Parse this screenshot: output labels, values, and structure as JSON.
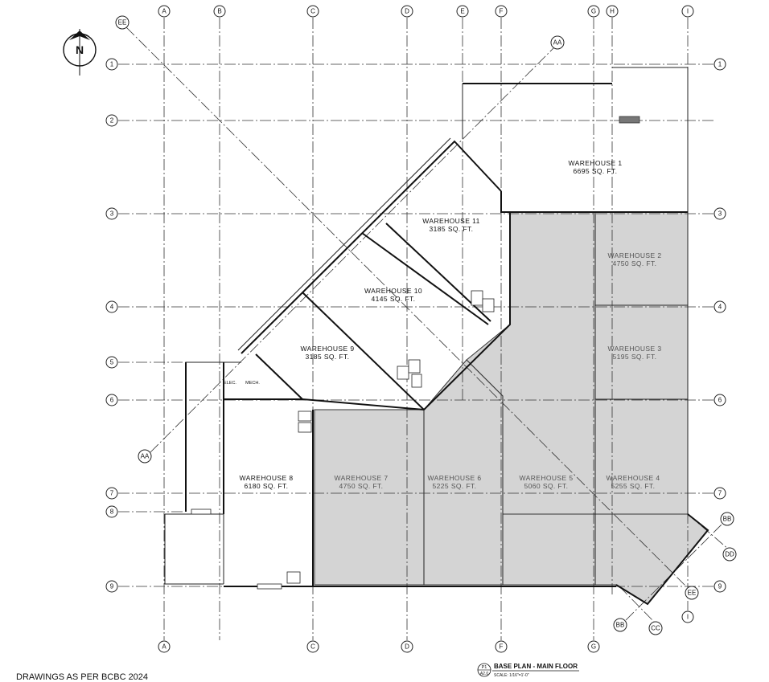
{
  "grid": {
    "columns": [
      "A",
      "B",
      "C",
      "D",
      "E",
      "F",
      "G",
      "H",
      "I"
    ],
    "rows": [
      "1",
      "2",
      "3",
      "4",
      "5",
      "6",
      "7",
      "8",
      "9"
    ],
    "diagonals": [
      "AA",
      "BB",
      "CC",
      "DD",
      "EE"
    ]
  },
  "north": {
    "label": "N"
  },
  "rooms": [
    {
      "id": "warehouse-1",
      "name": "WAREHOUSE 1",
      "area": "6695 SQ. FT.",
      "shaded": false
    },
    {
      "id": "warehouse-2",
      "name": "WAREHOUSE 2",
      "area": "4750 SQ. FT.",
      "shaded": true
    },
    {
      "id": "warehouse-3",
      "name": "WAREHOUSE 3",
      "area": "5195 SQ. FT.",
      "shaded": true
    },
    {
      "id": "warehouse-4",
      "name": "WAREHOUSE 4",
      "area": "5255 SQ. FT.",
      "shaded": true
    },
    {
      "id": "warehouse-5",
      "name": "WAREHOUSE 5",
      "area": "5060 SQ. FT.",
      "shaded": true
    },
    {
      "id": "warehouse-6",
      "name": "WAREHOUSE 6",
      "area": "5225 SQ. FT.",
      "shaded": true
    },
    {
      "id": "warehouse-7",
      "name": "WAREHOUSE 7",
      "area": "4750 SQ. FT.",
      "shaded": true
    },
    {
      "id": "warehouse-8",
      "name": "WAREHOUSE 8",
      "area": "6180 SQ. FT.",
      "shaded": false
    },
    {
      "id": "warehouse-9",
      "name": "WAREHOUSE 9",
      "area": "3185 SQ. FT.",
      "shaded": false
    },
    {
      "id": "warehouse-10",
      "name": "WAREHOUSE 10",
      "area": "4145 SQ. FT.",
      "shaded": false
    },
    {
      "id": "warehouse-11",
      "name": "WAREHOUSE 11",
      "area": "3185 SQ. FT.",
      "shaded": false
    }
  ],
  "small_rooms": {
    "elec": "ELEC.",
    "mech": "MECH."
  },
  "footer": {
    "note": "DRAWINGS AS PER BCBC 2024",
    "drawing_number": "P1",
    "sheet": "A2.0",
    "title": "BASE PLAN - MAIN FLOOR",
    "scale": "SCALE: 1/16\"=1'-0\""
  }
}
